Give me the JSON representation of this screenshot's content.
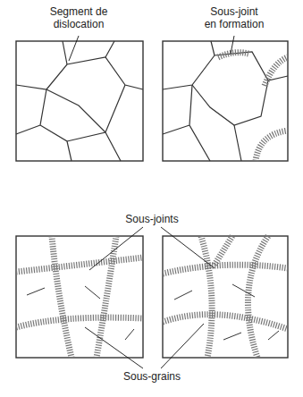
{
  "diagram": {
    "labels": [
      "Segment de dislocation",
      "Sous-joint en formation",
      "Sous-joints",
      "Sous-grains"
    ]
  }
}
